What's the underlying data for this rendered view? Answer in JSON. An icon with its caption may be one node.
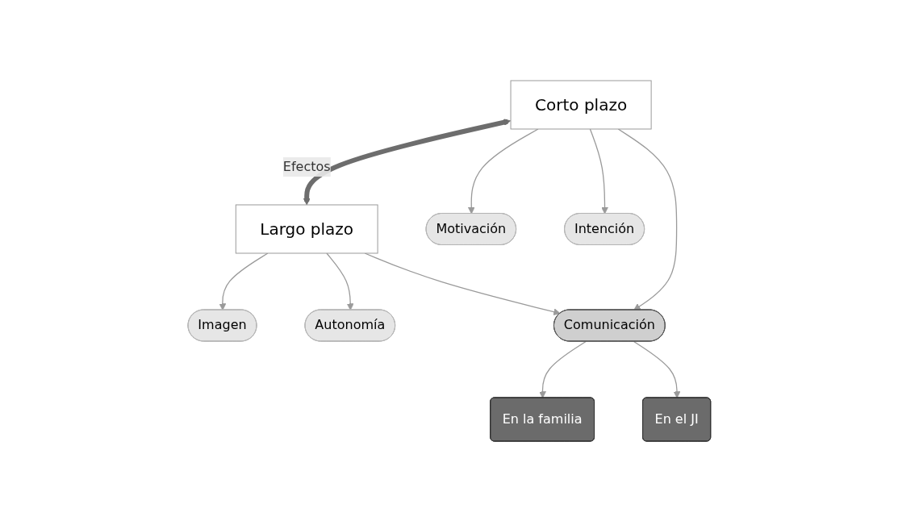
{
  "diagram": {
    "nodes": [
      {
        "text": [
          "Motivación"
        ]
      },
      {
        "text": [
          "Imagen"
        ]
      },
      {
        "text": [
          "Corto plazo"
        ]
      },
      {
        "text": [
          "Largo plazo"
        ]
      },
      {
        "text": [
          "Intención"
        ]
      },
      {
        "text": [
          "Autonomía"
        ]
      },
      {
        "text": [
          "Comunicación"
        ]
      },
      {
        "text": [
          "En la familia"
        ]
      },
      {
        "text": [
          "En el JI"
        ]
      }
    ],
    "edges": [
      {
        "from": 2,
        "to": 3,
        "arrow": "both",
        "label": "Efectos",
        "style": "thick",
        "color": "#6d6d6d"
      },
      {
        "from": 2,
        "to": 0,
        "arrow": "to"
      },
      {
        "from": 2,
        "to": 4,
        "arrow": "to"
      },
      {
        "from": 3,
        "to": 1,
        "arrow": "to"
      },
      {
        "from": 3,
        "to": 5,
        "arrow": "to"
      },
      {
        "from": 2,
        "to": 6,
        "arrow": "to"
      },
      {
        "from": 3,
        "to": 6,
        "arrow": "to"
      },
      {
        "from": 6,
        "to": 7,
        "arrow": "to"
      },
      {
        "from": 6,
        "to": 8,
        "arrow": "to"
      }
    ]
  }
}
